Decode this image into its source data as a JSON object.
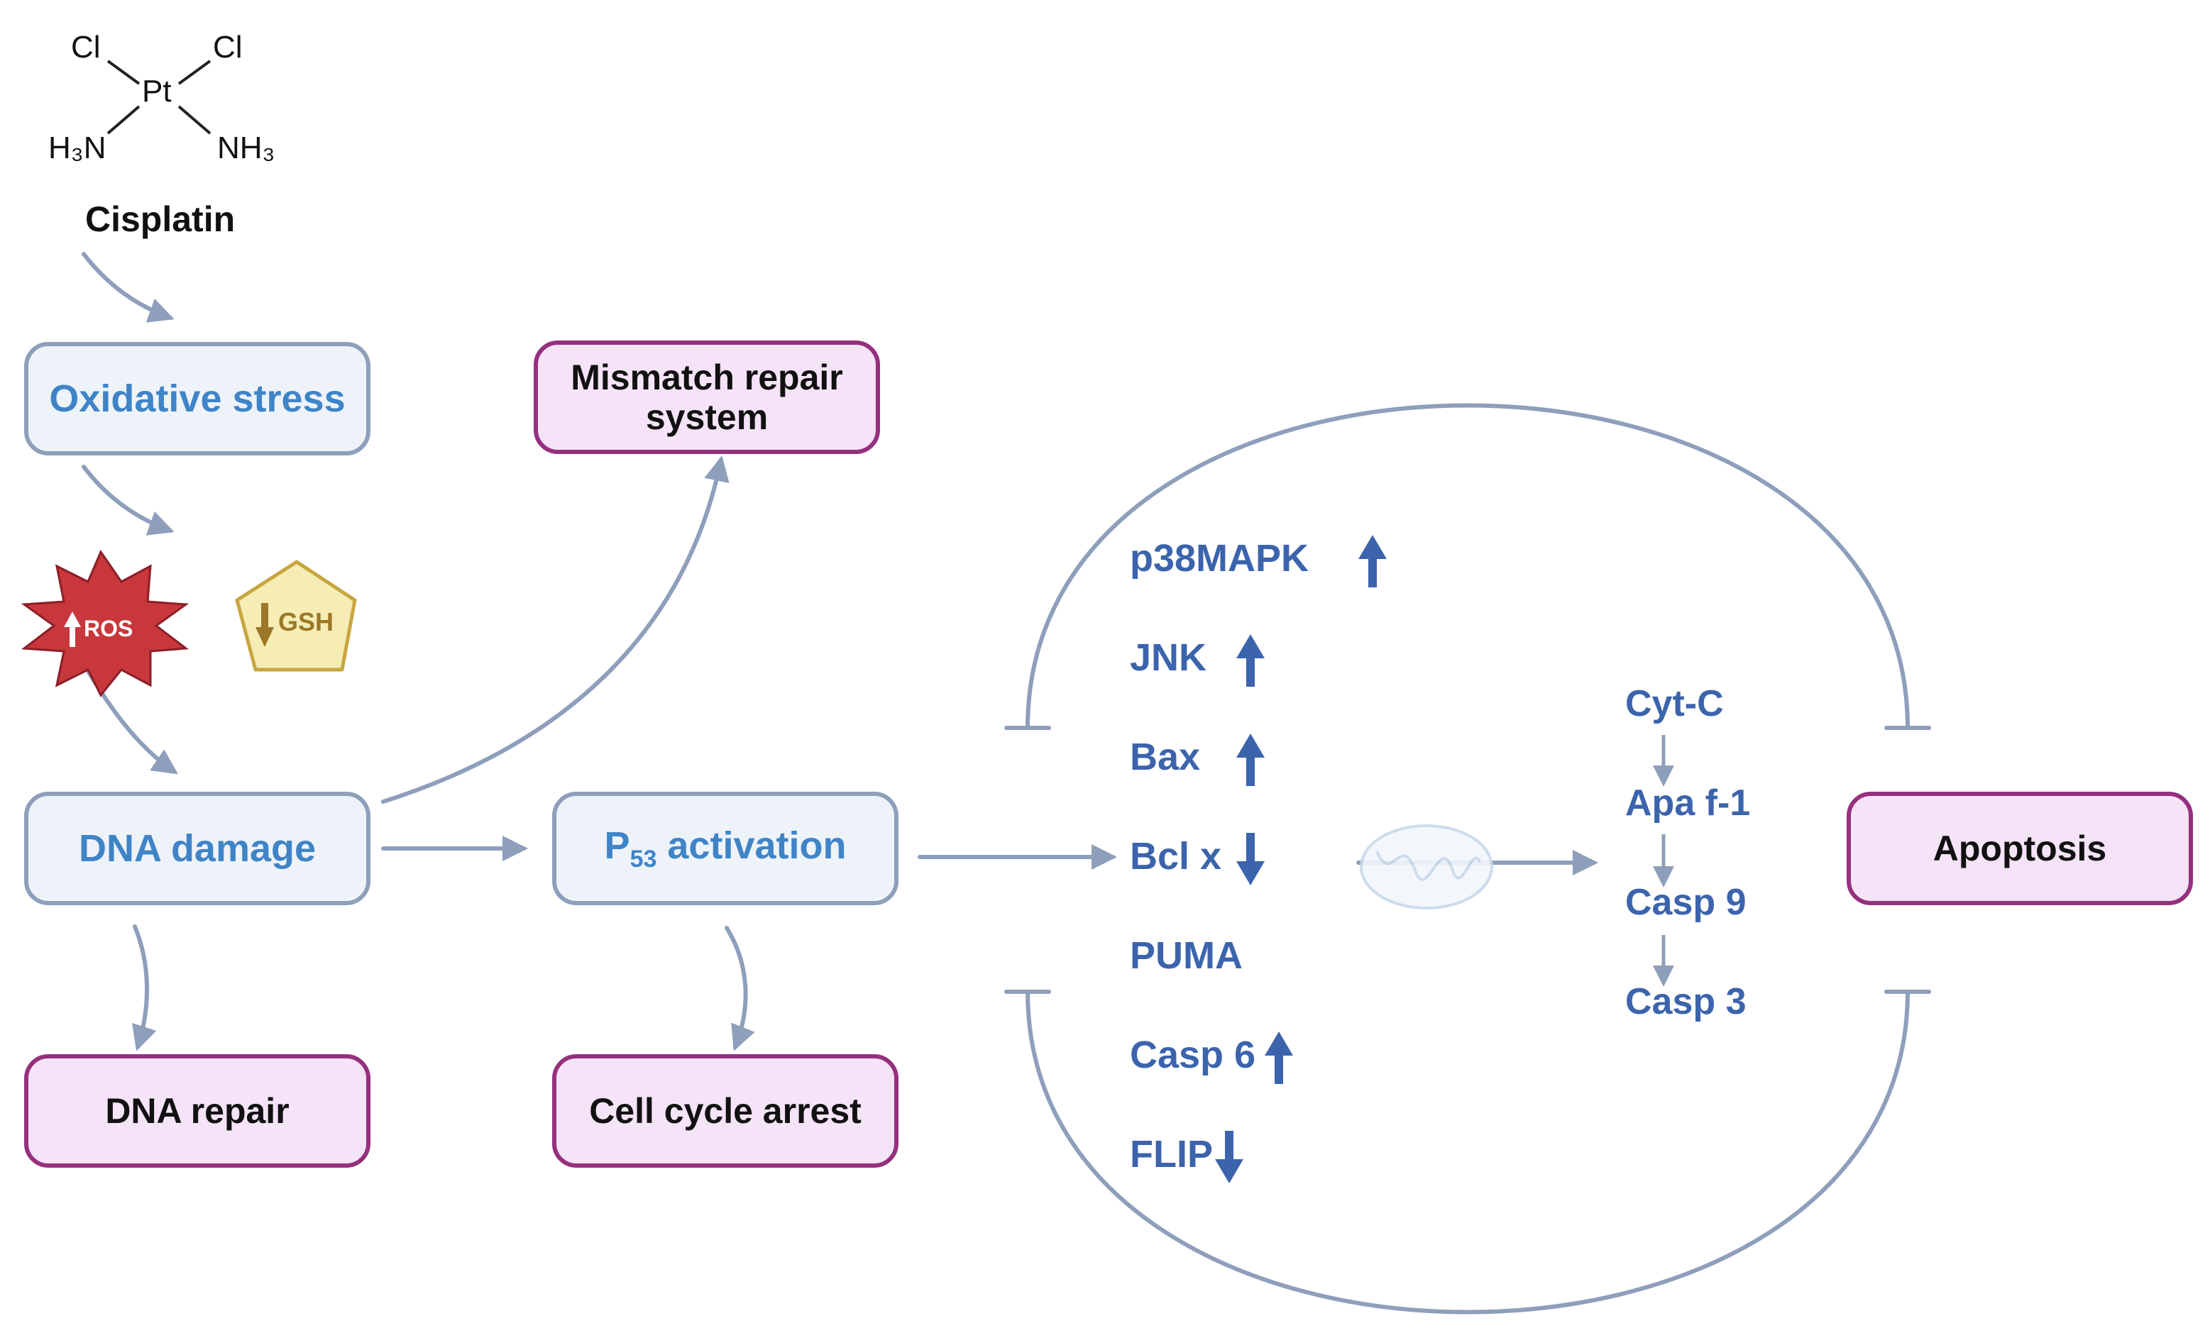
{
  "drug": {
    "name": "Cisplatin",
    "atoms": {
      "cl_left": "Cl",
      "cl_right": "Cl",
      "pt": "Pt",
      "nh3_left": "H₃N",
      "nh3_right": "NH₃"
    }
  },
  "boxes": {
    "oxidative_stress": "Oxidative stress",
    "mismatch_repair": "Mismatch repair system",
    "dna_damage": "DNA damage",
    "p53_prefix": "P",
    "p53_subscript": "53",
    "p53_suffix": " activation",
    "dna_repair": "DNA repair",
    "cell_cycle_arrest": "Cell cycle arrest",
    "apoptosis": "Apoptosis"
  },
  "markers": {
    "ros": {
      "label": "ROS",
      "direction": "up",
      "color": "#c8373b"
    },
    "gsh": {
      "label": "GSH",
      "direction": "down",
      "color": "#f6edb5"
    }
  },
  "regulators": [
    {
      "label": "p38MAPK",
      "direction": "up"
    },
    {
      "label": "JNK",
      "direction": "up"
    },
    {
      "label": "Bax",
      "direction": "up"
    },
    {
      "label": "Bcl x",
      "direction": "down"
    },
    {
      "label": "PUMA",
      "direction": "none"
    },
    {
      "label": "Casp 6",
      "direction": "up"
    },
    {
      "label": "FLIP",
      "direction": "down"
    }
  ],
  "cascade": [
    "Cyt-C",
    "Apa f-1",
    "Casp 9",
    "Casp 3"
  ],
  "icons": {
    "mitochondrion": "mitochondrion-icon"
  },
  "colors": {
    "arrow": "#8e9fbb",
    "label_blue": "#3c64ad",
    "blue_box_fill": "#eef3fa",
    "purple_box_fill": "#f5e3f7",
    "purple_box_border": "#95307f"
  }
}
